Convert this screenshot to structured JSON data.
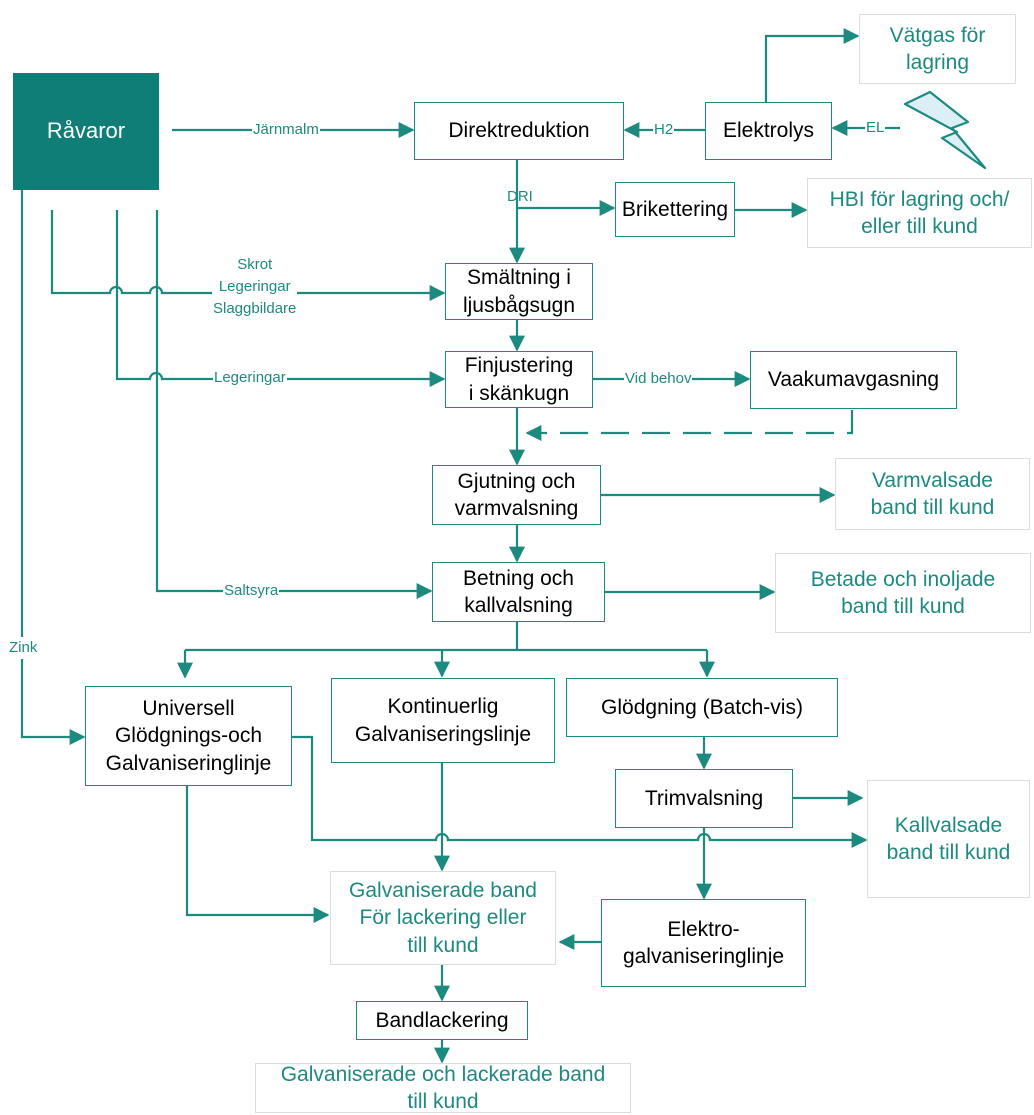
{
  "nodes": {
    "ravaror": "Råvaror",
    "direktreduktion": "Direktreduktion",
    "elektrolys": "Elektrolys",
    "vatgas": "Vätgas för\nlagring",
    "brikettering": "Brikettering",
    "hbi": "HBI för lagring och/\neller till kund",
    "smaltning": "Smältning i\nljusbågsugn",
    "finjustering": "Finjustering\ni skänkugn",
    "vaakum": "Vaakumavgasning",
    "gjutning": "Gjutning och\nvarmvalsning",
    "varmvalsade": "Varmvalsade\nband till kund",
    "betning": "Betning och\nkallvalsning",
    "betade": "Betade och inoljade\nband till kund",
    "universell": "Universell\nGlödgnings-och\nGalvaniseringlinje",
    "kontinuerlig": "Kontinuerlig\nGalvaniseringslinje",
    "glodgning": "Glödgning (Batch-vis)",
    "trimvalsning": "Trimvalsning",
    "kallvalsade": "Kallvalsade\nband till kund",
    "galvaniserade": "Galvaniserade band\nFör lackering eller\ntill kund",
    "elektrogalv": "Elektro-\ngalvaniseringlinje",
    "bandlackering": "Bandlackering",
    "galv_lack": "Galvaniserade och lackerade band\ntill kund"
  },
  "edge_labels": {
    "jarnmalm": "Järnmalm",
    "h2": "H2",
    "el": "EL",
    "dri": "DRI",
    "skrot_group": "Skrot\nLegeringar\nSlaggbildare",
    "legeringar": "Legeringar",
    "vid_behov": "Vid behov",
    "saltsyra": "Saltsyra",
    "zink": "Zink"
  },
  "colors": {
    "accent": "#1d8a80",
    "raw_fill": "#0f7e76",
    "lightning_fill": "#dceef6"
  },
  "icons": {
    "electricity": "lightning-bolt-icon"
  }
}
